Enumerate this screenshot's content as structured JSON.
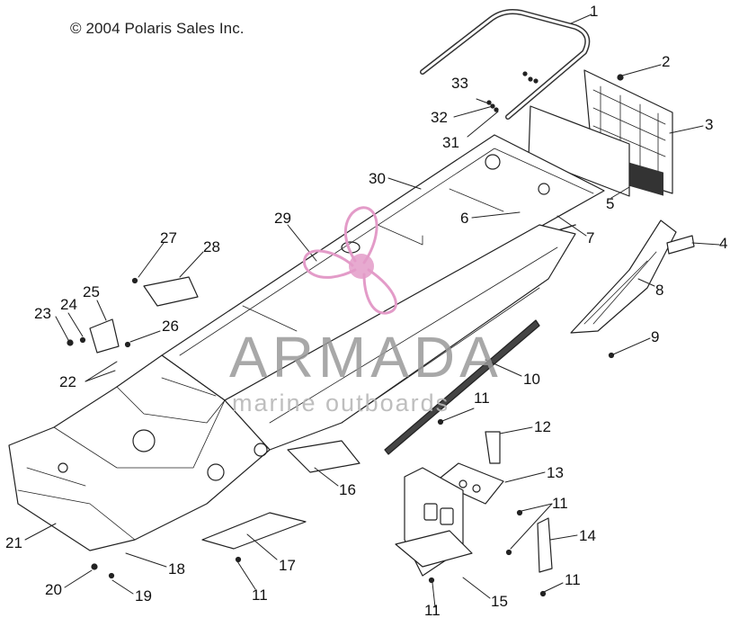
{
  "copyright": "© 2004 Polaris Sales Inc.",
  "watermark": {
    "brand": "ARMADA",
    "sub": "marine outboards",
    "accent_color": "#e39bc8"
  },
  "callouts": {
    "c1": "1",
    "c2": "2",
    "c3": "3",
    "c4": "4",
    "c5": "5",
    "c6": "6",
    "c7": "7",
    "c8": "8",
    "c9": "9",
    "c10": "10",
    "c11a": "11",
    "c11b": "11",
    "c11c": "11",
    "c11d": "11",
    "c11e": "11",
    "c12": "12",
    "c13": "13",
    "c14": "14",
    "c15": "15",
    "c16": "16",
    "c17": "17",
    "c18": "18",
    "c19": "19",
    "c20": "20",
    "c21": "21",
    "c22": "22",
    "c23": "23",
    "c24": "24",
    "c25": "25",
    "c26": "26",
    "c27": "27",
    "c28": "28",
    "c29": "29",
    "c30": "30",
    "c31": "31",
    "c32": "32",
    "c33": "33"
  }
}
